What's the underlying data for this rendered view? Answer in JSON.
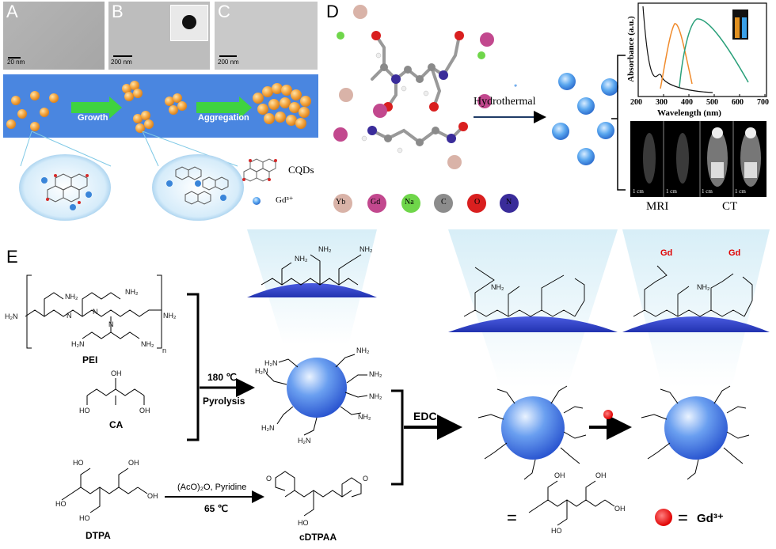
{
  "panelA": {
    "letter": "A",
    "scale": "20 nm"
  },
  "panelB": {
    "letter": "B",
    "scale": "200 nm"
  },
  "panelC": {
    "letter": "C",
    "scale": "200 nm"
  },
  "banner": {
    "growth": "Growth",
    "aggregation": "Aggregation"
  },
  "legendAC": {
    "cqds": "CQDs",
    "gd": "Gd³⁺"
  },
  "panelD": {
    "letter": "D",
    "arrow_label": "Hydrothermal",
    "atoms": [
      {
        "sym": "Yb",
        "color": "#d9b3a8"
      },
      {
        "sym": "Gd",
        "color": "#c2488e"
      },
      {
        "sym": "Na",
        "color": "#6fd64a"
      },
      {
        "sym": "C",
        "color": "#8c8c8c"
      },
      {
        "sym": "O",
        "color": "#d91f1f"
      },
      {
        "sym": "N",
        "color": "#3a2c9a"
      }
    ],
    "spectrum": {
      "ylabel": "Absorbance (a.u.)",
      "xlabel": "Wavelength (nm)",
      "xticks": [
        "200",
        "300",
        "400",
        "500",
        "600",
        "700"
      ]
    },
    "imaging": {
      "mri": "MRI",
      "ct": "CT",
      "scales": [
        "1 cm",
        "1 cm",
        "1 cm",
        "1 cm"
      ]
    }
  },
  "panelE": {
    "letter": "E",
    "pei_label": "PEI",
    "ca_label": "CA",
    "dtpa_label": "DTPA",
    "cdtpaa_label": "cDTPAA",
    "step1_temp": "180 ℃",
    "step1_name": "Pyrolysis",
    "step2_reagents": "(AcO)₂O, Pyridine",
    "step2_temp": "65 ℃",
    "edc": "EDC",
    "eq1": "=",
    "eq2": "=",
    "gd_label": "Gd³⁺",
    "gd_center": "Gd",
    "n_subscript": "n",
    "nh2": "NH₂",
    "h2n": "H₂N"
  }
}
